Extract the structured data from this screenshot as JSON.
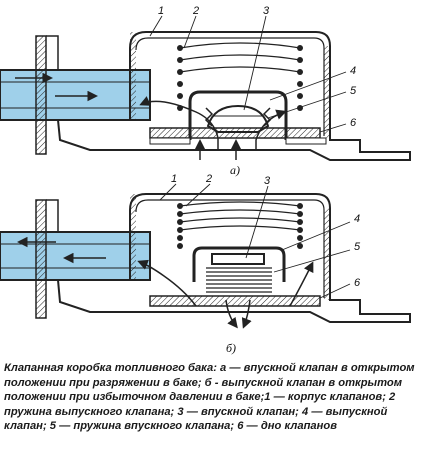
{
  "diagram": {
    "sublabels": {
      "a": "а)",
      "b": "б)"
    },
    "callouts_top": [
      "1",
      "2",
      "3",
      "4",
      "5",
      "6"
    ],
    "callouts_bottom": [
      "1",
      "2",
      "3",
      "4",
      "5",
      "6"
    ],
    "colors": {
      "ink": "#222222",
      "paper": "#ffffff",
      "water": "#9fd0ea"
    }
  },
  "caption": "Клапанная коробка топливного бака: а — впускной клапан в открытом положении при разряжении в баке; б - выпускной клапан в открытом положении при избыточном давлении в баке;1 — корпус клапанов; 2 пружина выпускного клапана; 3 — впускной клапан; 4 — выпускной клапан; 5 — пружина впускного клапана; 6 — дно клапанов"
}
